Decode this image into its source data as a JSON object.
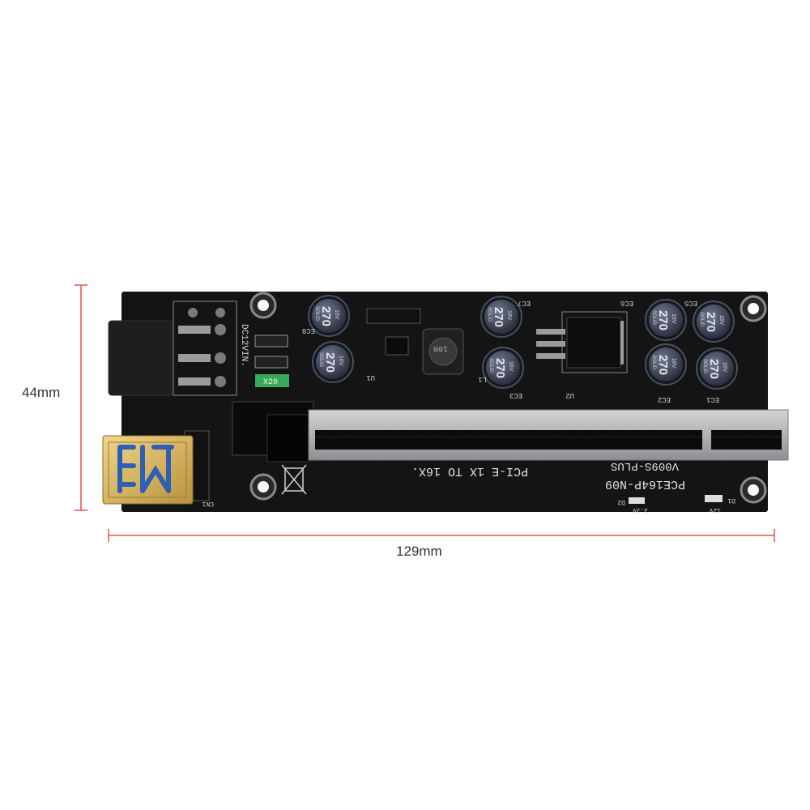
{
  "dimensions": {
    "height_label": "44mm",
    "width_label": "129mm",
    "line_color": "#e0554f"
  },
  "board": {
    "silkscreen": {
      "power_in": "DC12VIN.",
      "model": "V009S-PLUS",
      "part": "PCE164P-N09",
      "slot_text": "PCI-E 1X TO 16X.",
      "volt_3v3": "3.3V",
      "volt_12v": "12V",
      "capacitor_value": "270",
      "capacitor_rating": "16V",
      "capacitor_brand": "SOLID",
      "inductor_value": "100",
      "fuse_text": "X20",
      "connector_label": "CN1",
      "ref_u1": "U1",
      "ref_u2": "U2",
      "ref_l1": "L1",
      "ref_d2": "D2",
      "ref_d1": "D1",
      "ref_ec1": "EC1",
      "ref_ec2": "EC2",
      "ref_ec3": "EC3",
      "ref_ec5": "EC5",
      "ref_ec6": "EC6",
      "ref_ec7": "EC7",
      "ref_ec8": "EC8"
    },
    "colors": {
      "pcb": "#141414",
      "slot": "#b9b9bb",
      "usb_gold": "#d8b45a",
      "usb_blue": "#2f5fb5",
      "fuse_green": "#3aa85a"
    }
  }
}
